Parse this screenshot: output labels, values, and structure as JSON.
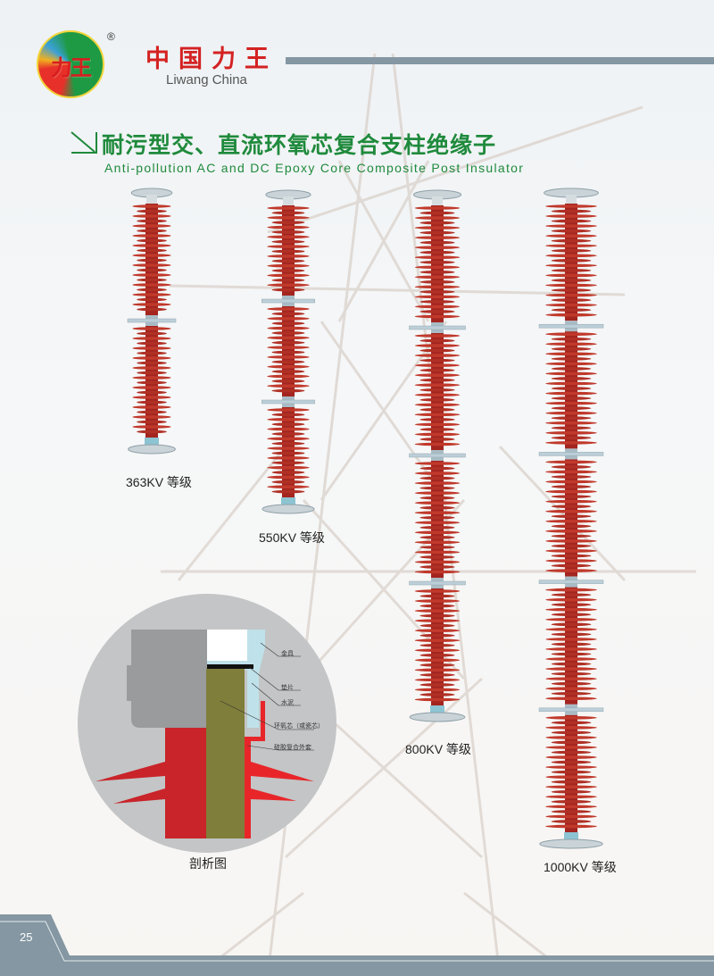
{
  "brand": {
    "logo_text": "力王",
    "registered_mark": "®",
    "name_cn": "中国力王",
    "name_en": "Liwang China"
  },
  "heading": {
    "title_cn": "耐污型交、直流环氧芯复合支柱绝缘子",
    "title_en": "Anti-pollution AC and DC Epoxy Core Composite Post Insulator"
  },
  "products": [
    {
      "label": "363KV 等级",
      "sections": 2
    },
    {
      "label": "550KV 等级",
      "sections": 3
    },
    {
      "label": "800KV 等级",
      "sections": 4
    },
    {
      "label": "1000KV 等级",
      "sections": 5
    }
  ],
  "cross_section": {
    "caption": "剖析图",
    "callouts": [
      "金具",
      "垫片",
      "水泥",
      "环氧芯（或瓷芯）",
      "硅胶复合外套"
    ]
  },
  "footer": {
    "page_number": "25"
  },
  "colors": {
    "brand_red": "#d42222",
    "title_green": "#1f8a3c",
    "bar_gray": "#8497a2",
    "insulator_red": "#b8332b",
    "flange_blue": "#bccfd8"
  }
}
